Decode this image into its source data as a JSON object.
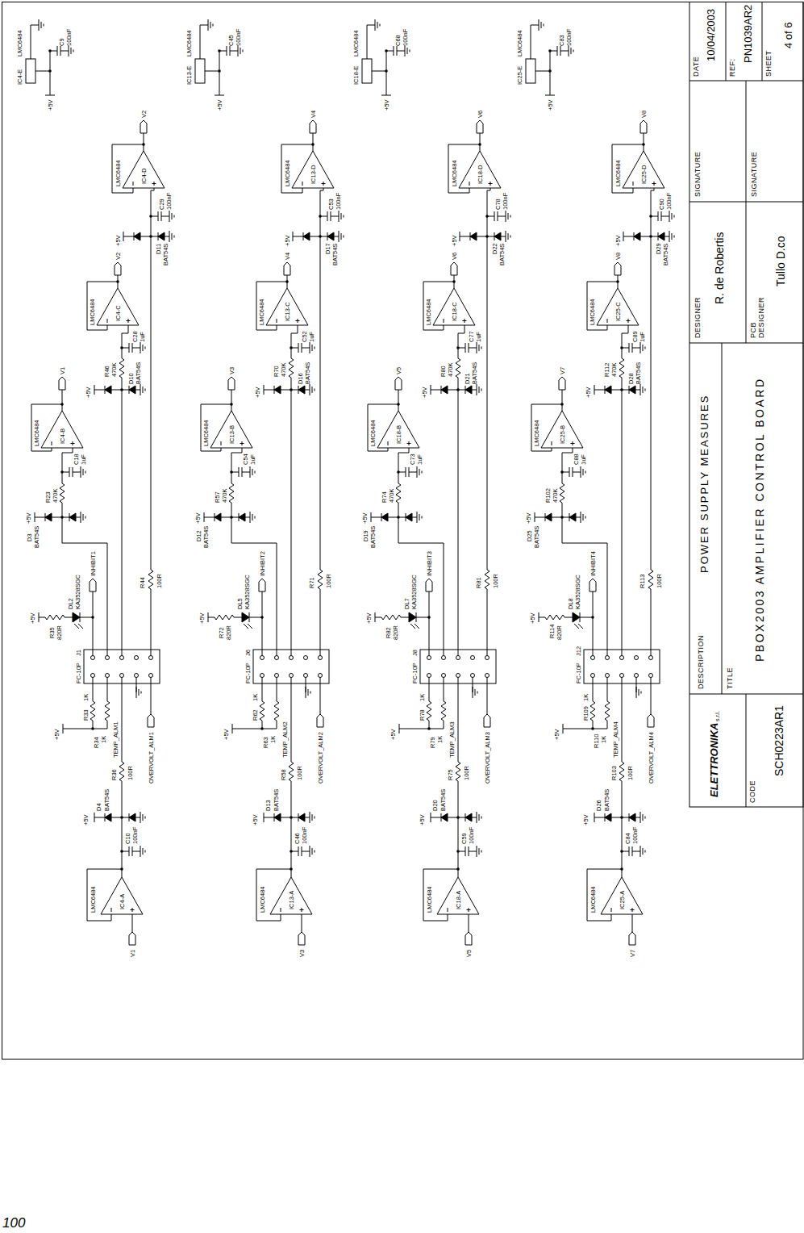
{
  "diagram": {
    "nodes": [
      {
        "text": [
          "ELETTRONIKA",
          "s.r.l."
        ]
      },
      {
        "text": [
          "CODE",
          "SCH0223AR1"
        ]
      },
      {
        "text": [
          "DESCRIPTION",
          "POWER SUPPLY MEASURES"
        ]
      },
      {
        "text": [
          "TITLE",
          "PBOX2003 AMPLIFIER CONTROL BOARD"
        ]
      },
      {
        "text": [
          "DESIGNER",
          "R. de Robertis"
        ]
      },
      {
        "text": [
          "PCB DESIGNER",
          "Tullo D.co"
        ]
      },
      {
        "text": [
          "SIGNATURE"
        ]
      },
      {
        "text": [
          "SIGNATURE"
        ]
      },
      {
        "text": [
          "DATE",
          "10/04/2003"
        ]
      },
      {
        "text": [
          "REF:",
          "PN1039AR2"
        ]
      },
      {
        "text": [
          "SHEET",
          "4 of 6"
        ]
      }
    ],
    "labels": [
      "V1",
      "LMC6484",
      "IC4-A",
      "C10",
      "100nF",
      "+5V",
      "D4",
      "BAT54S",
      "R36",
      "100R",
      "TEMP_ALM1",
      "OVERVOLT_ALM1",
      "+5V",
      "R33",
      "1K",
      "R34",
      "1K",
      "FC-10P",
      "J1",
      "+5V",
      "R35",
      "820R",
      "DL2",
      "KA3528SGC",
      "INHIBIT1",
      "+5V",
      "D3",
      "BAT54S",
      "R23",
      "470K",
      "C18",
      "1uF",
      "LMC6484",
      "IC4-B",
      "V1",
      "+5V",
      "D10",
      "BAT54S",
      "R46",
      "470K",
      "C28",
      "1uF",
      "LMC6484",
      "IC4-C",
      "V2",
      "R44",
      "100R",
      "+5V",
      "D11",
      "BAT54S",
      "C29",
      "100nF",
      "LMC6484",
      "IC4-D",
      "V2",
      "+5V",
      "IC4-E",
      "LMC6484",
      "C9",
      "100nF",
      "V3",
      "LMC6484",
      "IC13-A",
      "C46",
      "100nF",
      "+5V",
      "D13",
      "BAT54S",
      "R58",
      "100R",
      "TEMP_ALM2",
      "OVERVOLT_ALM2",
      "+5V",
      "R62",
      "1K",
      "R63",
      "1K",
      "FC-10P",
      "J6",
      "+5V",
      "R72",
      "820R",
      "DL5",
      "KA3528SGC",
      "INHIBIT2",
      "+5V",
      "D12",
      "BAT54S",
      "R57",
      "470K",
      "C54",
      "1uF",
      "LMC6484",
      "IC13-B",
      "V3",
      "+5V",
      "D16",
      "BAT54S",
      "R70",
      "470K",
      "C52",
      "1uF",
      "LMC6484",
      "IC13-C",
      "V4",
      "R71",
      "100R",
      "+5V",
      "D17",
      "BAT54S",
      "C53",
      "100nF",
      "LMC6484",
      "IC13-D",
      "V4",
      "+5V",
      "IC13-E",
      "LMC6484",
      "C45",
      "100nF",
      "V5",
      "LMC6484",
      "IC18-A",
      "C59",
      "100nF",
      "+5V",
      "D20",
      "BAT54S",
      "R75",
      "100R",
      "TEMP_ALM3",
      "OVERVOLT_ALM3",
      "+5V",
      "R78",
      "1K",
      "R79",
      "1K",
      "FC-10P",
      "J8",
      "+5V",
      "R82",
      "820R",
      "DL7",
      "KA3528SGC",
      "INHIBIT3",
      "+5V",
      "D19",
      "BAT54S",
      "R74",
      "470K",
      "C73",
      "1uF",
      "LMC6484",
      "IC18-B",
      "V5",
      "+5V",
      "D21",
      "BAT54S",
      "R80",
      "470K",
      "C77",
      "1uF",
      "LMC6484",
      "IC18-C",
      "V6",
      "R81",
      "100R",
      "+5V",
      "D22",
      "BAT54S",
      "C78",
      "100nF",
      "LMC6484",
      "IC18-D",
      "V6",
      "+5V",
      "IC18-E",
      "LMC6484",
      "C68",
      "100nF",
      "V7",
      "LMC6484",
      "IC25-A",
      "C84",
      "100nF",
      "+5V",
      "D26",
      "BAT54S",
      "R103",
      "100R",
      "TEMP_ALM4",
      "OVERVOLT_ALM4",
      "+5V",
      "R109",
      "1K",
      "R110",
      "1K",
      "FC-10P",
      "J12",
      "+5V",
      "R114",
      "820R",
      "DL8",
      "KA3528SGC",
      "INHIBIT4",
      "+5V",
      "D25",
      "BAT54S",
      "R102",
      "470K",
      "C88",
      "1uF",
      "LMC6484",
      "IC25-B",
      "V7",
      "+5V",
      "D28",
      "BAT54S",
      "R112",
      "470K",
      "C89",
      "1uF",
      "LMC6484",
      "IC25-C",
      "V8",
      "R113",
      "100R",
      "+5V",
      "D29",
      "BAT54S",
      "C90",
      "100nF",
      "LMC6484",
      "IC25-D",
      "V8",
      "+5V",
      "IC25-E",
      "LMC6484",
      "C83",
      "100nF",
      "100"
    ]
  }
}
